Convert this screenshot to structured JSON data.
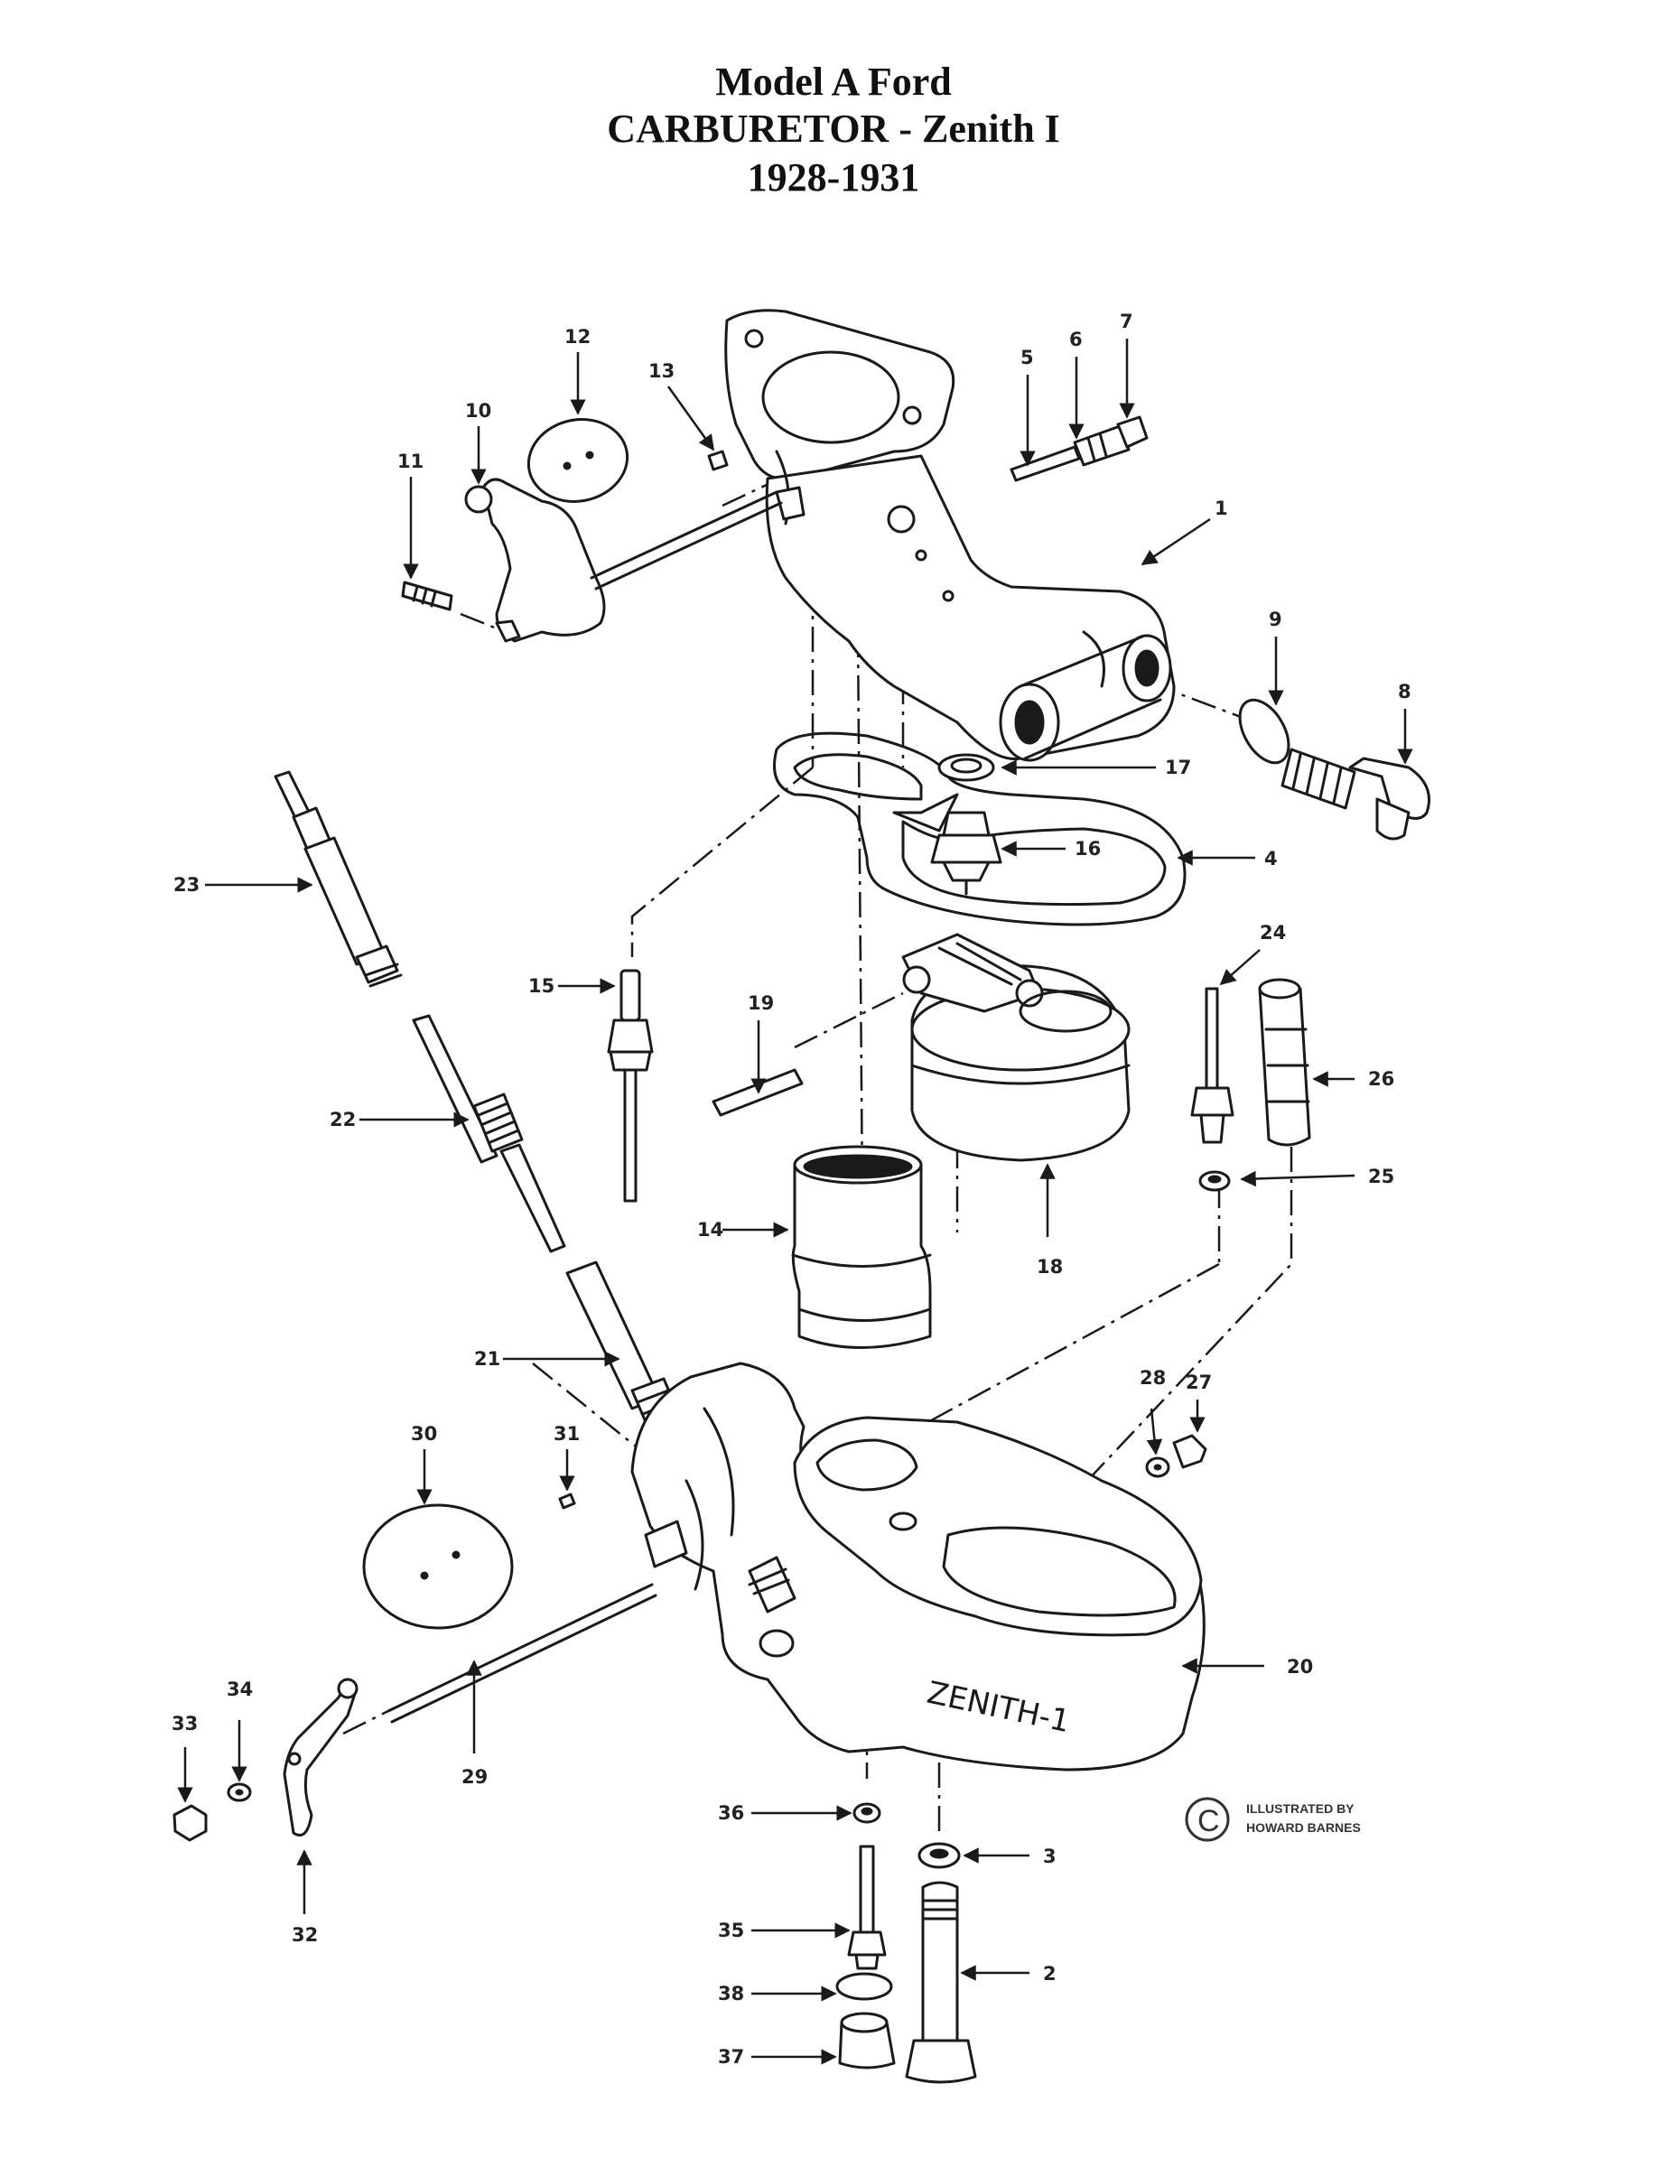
{
  "title": {
    "line1": "Model A Ford",
    "line2": "CARBURETOR - Zenith I",
    "line3": "1928-1931"
  },
  "body_marking": "ZENITH-1",
  "credit": {
    "symbol": "C",
    "line1": "ILLUSTRATED BY",
    "line2": "HOWARD BARNES"
  },
  "callouts": [
    "1",
    "2",
    "3",
    "4",
    "5",
    "6",
    "7",
    "8",
    "9",
    "10",
    "11",
    "12",
    "13",
    "14",
    "15",
    "16",
    "17",
    "18",
    "19",
    "20",
    "21",
    "22",
    "23",
    "24",
    "25",
    "26",
    "27",
    "28",
    "29",
    "30",
    "31",
    "32",
    "33",
    "34",
    "35",
    "36",
    "37",
    "38"
  ],
  "colors": {
    "ink": "#1a1a1a",
    "paper": "#ffffff"
  }
}
